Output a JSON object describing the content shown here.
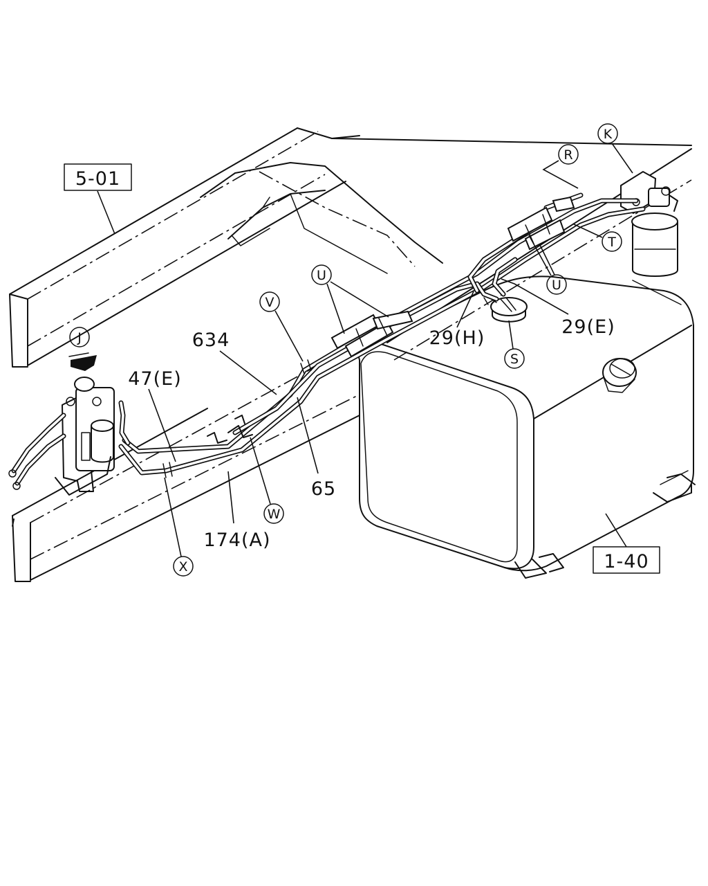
{
  "references": {
    "frame_ref": "5-01",
    "tank_ref": "1-40"
  },
  "part_labels": {
    "p634": "634",
    "p47e": "47(E)",
    "p174a": "174(A)",
    "p65": "65",
    "p29h": "29(H)",
    "p29e": "29(E)"
  },
  "circle_labels": {
    "J": "J",
    "K": "K",
    "R": "R",
    "T": "T",
    "U1": "U",
    "U2": "U",
    "V": "V",
    "W": "W",
    "X": "X",
    "S": "S"
  },
  "colors": {
    "line": "#111111",
    "background": "#ffffff"
  }
}
